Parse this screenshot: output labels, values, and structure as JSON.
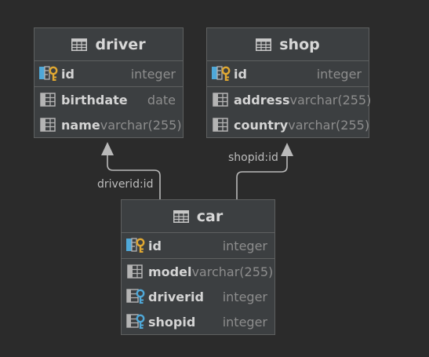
{
  "tables": [
    {
      "key": "driver",
      "name": "driver",
      "pk": [
        {
          "name": "id",
          "type": "integer",
          "icon": "primary-key-icon"
        }
      ],
      "columns": [
        {
          "name": "birthdate",
          "type": "date",
          "icon": "column-icon"
        },
        {
          "name": "name",
          "type": "varchar(255)",
          "icon": "column-icon"
        }
      ]
    },
    {
      "key": "shop",
      "name": "shop",
      "pk": [
        {
          "name": "id",
          "type": "integer",
          "icon": "primary-key-icon"
        }
      ],
      "columns": [
        {
          "name": "address",
          "type": "varchar(255)",
          "icon": "column-icon"
        },
        {
          "name": "country",
          "type": "varchar(255)",
          "icon": "column-icon"
        }
      ]
    },
    {
      "key": "car",
      "name": "car",
      "pk": [
        {
          "name": "id",
          "type": "integer",
          "icon": "primary-key-icon"
        }
      ],
      "columns": [
        {
          "name": "model",
          "type": "varchar(255)",
          "icon": "column-icon"
        },
        {
          "name": "driverid",
          "type": "integer",
          "icon": "foreign-key-icon"
        },
        {
          "name": "shopid",
          "type": "integer",
          "icon": "foreign-key-icon"
        }
      ]
    }
  ],
  "relations": [
    {
      "from": "car",
      "to": "driver",
      "label": "driverid:id"
    },
    {
      "from": "car",
      "to": "shop",
      "label": "shopid:id"
    }
  ],
  "colors": {
    "background": "#2b2b2b",
    "table_fill": "#3c3f41",
    "border": "#5e6060",
    "key_gold": "#e0a831",
    "key_blue": "#4fa8d8",
    "line": "#b9b9b9"
  }
}
